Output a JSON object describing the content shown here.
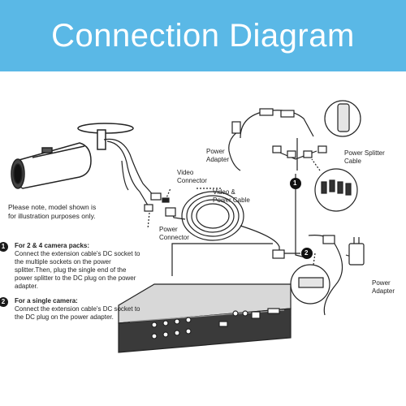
{
  "banner": {
    "title": "Connection Diagram"
  },
  "labels": {
    "video_connector": "Video\nConnector",
    "video_power_cable": "Video &\nPower Cable",
    "power_adapter_left": "Power\nAdapter",
    "power_splitter_cable": "Power Splitter\nCable",
    "power_connector": "Power\nConnector",
    "power_adapter_right": "Power\nAdapter"
  },
  "note": "Please note, model shown is\nfor illustration purposes only.",
  "steps": [
    {
      "number": "1",
      "heading": "For 2 & 4 camera packs:",
      "text": "Connect the extension  cable's DC socket to the multiple sockets on the power splitter.Then, plug the single end of the power splitter to the DC plug on the power adapter."
    },
    {
      "number": "2",
      "heading": "For a single camera:",
      "text": "Connect the extension  cable's DC socket to the DC plug on the power adapter."
    }
  ],
  "callouts": [
    "1",
    "2"
  ]
}
